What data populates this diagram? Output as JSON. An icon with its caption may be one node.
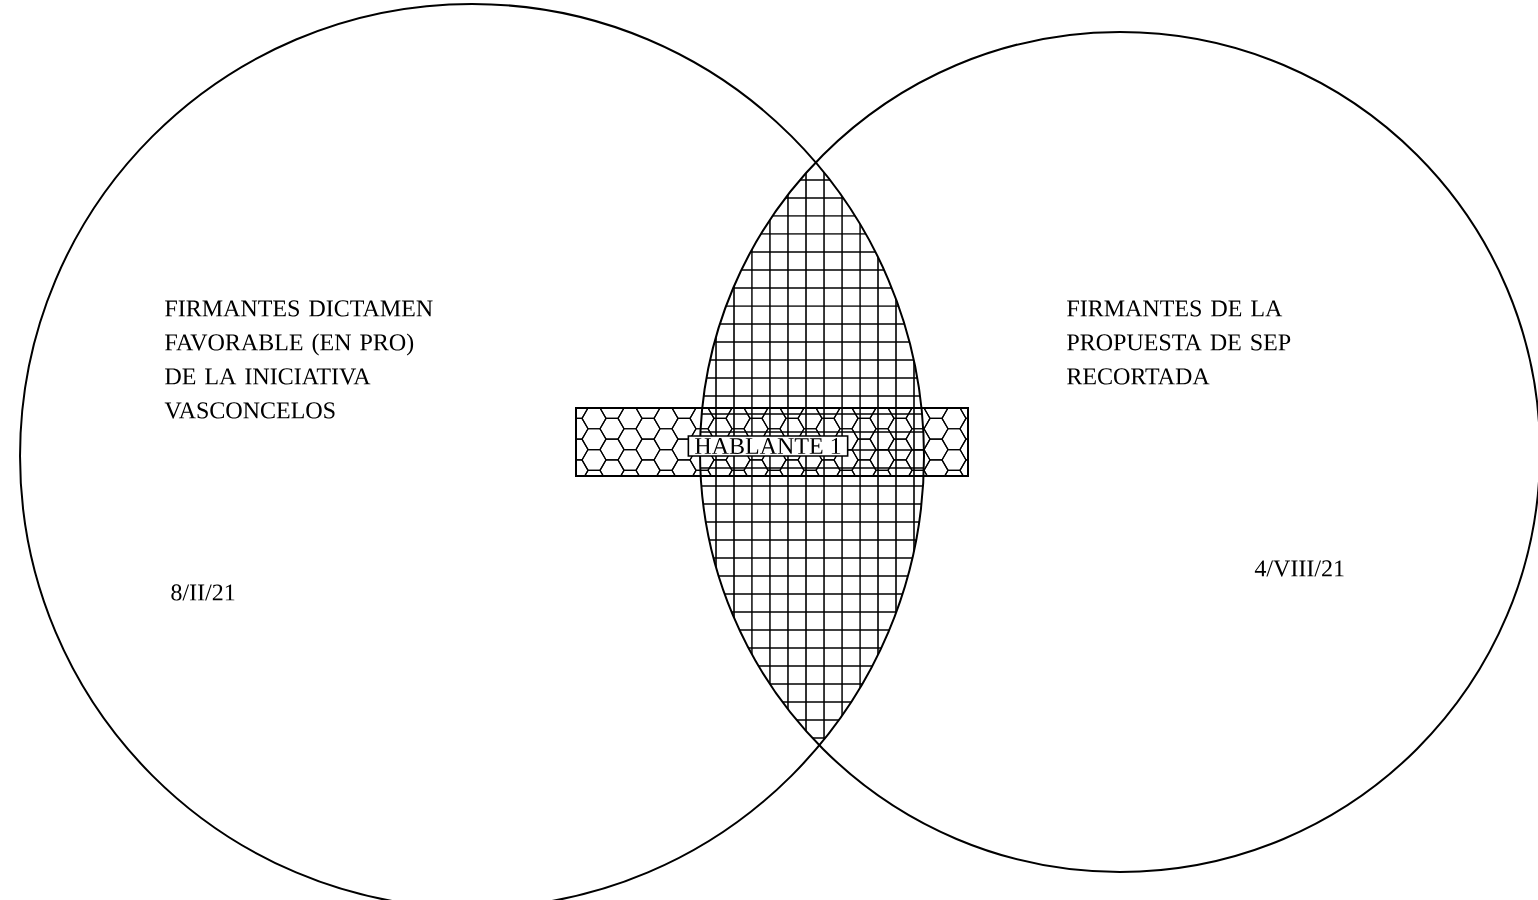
{
  "diagram": {
    "nodes": [
      {
        "text": [
          "FIRMANTES DICTAMEN FAVORABLE (EN PRO) DE LA INICIATIVA VASCONCELOS",
          "8/II/21"
        ]
      },
      {
        "text": [
          "FIRMANTES DE LA PROPUESTA DE SEP RECORTADA",
          "4/VIII/21"
        ]
      },
      {
        "text": [
          "HABLANTE 1"
        ]
      }
    ]
  }
}
